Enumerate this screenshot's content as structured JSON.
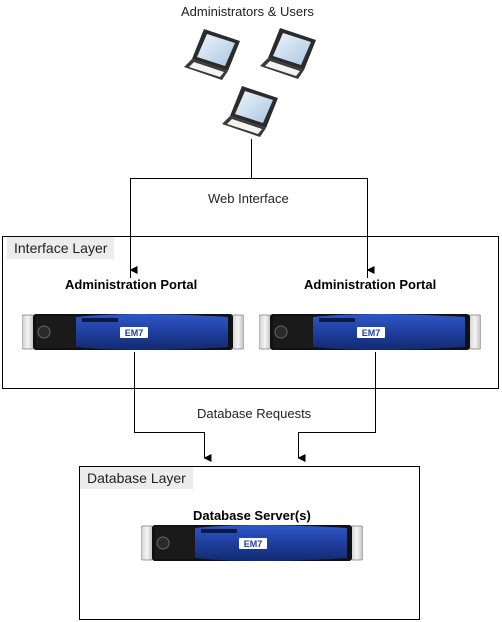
{
  "title": "Administrators & Users",
  "web_interface_label": "Web Interface",
  "database_requests_label": "Database Requests",
  "interface_layer": {
    "label": "Interface Layer",
    "portals": [
      {
        "label": "Administration Portal",
        "server_logo": "EM7"
      },
      {
        "label": "Administration Portal",
        "server_logo": "EM7"
      }
    ]
  },
  "database_layer": {
    "label": "Database Layer",
    "server_label": "Database Server(s)",
    "server_logo": "EM7"
  },
  "icons": {
    "client": "laptop-icon",
    "server": "rack-server-icon"
  },
  "colors": {
    "server_blue": "#1f3f9e",
    "layer_label_bg": "#ececec"
  }
}
